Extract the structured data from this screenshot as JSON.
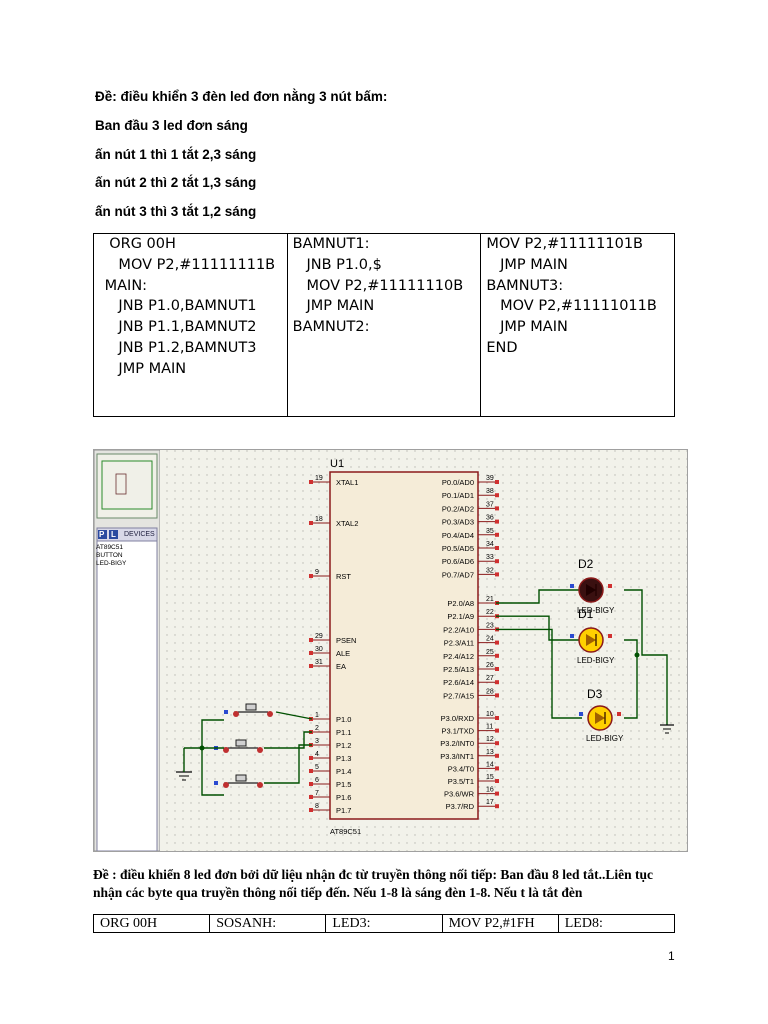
{
  "task1": {
    "title": "Đề: điều khiển 3 đèn led đơn nằng 3 nút bấm:",
    "lines": [
      "Ban đầu 3 led đơn sáng",
      "ấn nút 1 thì 1 tắt 2,3 sáng",
      "ấn nút 2 thì 2 tắt 1,3 sáng",
      "ấn nút 3 thì 3 tắt 1,2 sáng"
    ]
  },
  "code_table": {
    "col1": [
      "  ORG 00H",
      "    MOV P2,#11111111B",
      " MAIN:",
      "    JNB P1.0,BAMNUT1",
      "    JNB P1.1,BAMNUT2",
      "    JNB P1.2,BAMNUT3",
      "    JMP MAIN"
    ],
    "col2": [
      "BAMNUT1:",
      "   JNB P1.0,$",
      "   MOV P2,#11111110B",
      "   JMP MAIN",
      "BAMNUT2:"
    ],
    "col3": [
      "MOV P2,#11111101B",
      "   JMP MAIN",
      "BAMNUT3:",
      "   MOV P2,#11111011B",
      "   JMP MAIN",
      "END"
    ]
  },
  "simulator": {
    "tabs": [
      "P",
      "L"
    ],
    "devices_label": "DEVICES",
    "devices": [
      "AT89C51",
      "BUTTON",
      "LED-BIGY"
    ],
    "chip": {
      "ref": "U1",
      "part": "AT89C51",
      "left_pins": [
        {
          "num": "19",
          "name": "XTAL1"
        },
        {
          "num": "18",
          "name": "XTAL2"
        },
        {
          "num": "9",
          "name": "RST"
        },
        {
          "num": "29",
          "name": "PSEN"
        },
        {
          "num": "30",
          "name": "ALE"
        },
        {
          "num": "31",
          "name": "EA"
        },
        {
          "num": "1",
          "name": "P1.0"
        },
        {
          "num": "2",
          "name": "P1.1"
        },
        {
          "num": "3",
          "name": "P1.2"
        },
        {
          "num": "4",
          "name": "P1.3"
        },
        {
          "num": "5",
          "name": "P1.4"
        },
        {
          "num": "6",
          "name": "P1.5"
        },
        {
          "num": "7",
          "name": "P1.6"
        },
        {
          "num": "8",
          "name": "P1.7"
        }
      ],
      "right_pins": [
        {
          "num": "39",
          "name": "P0.0/AD0"
        },
        {
          "num": "38",
          "name": "P0.1/AD1"
        },
        {
          "num": "37",
          "name": "P0.2/AD2"
        },
        {
          "num": "36",
          "name": "P0.3/AD3"
        },
        {
          "num": "35",
          "name": "P0.4/AD4"
        },
        {
          "num": "34",
          "name": "P0.5/AD5"
        },
        {
          "num": "33",
          "name": "P0.6/AD6"
        },
        {
          "num": "32",
          "name": "P0.7/AD7"
        },
        {
          "num": "21",
          "name": "P2.0/A8"
        },
        {
          "num": "22",
          "name": "P2.1/A9"
        },
        {
          "num": "23",
          "name": "P2.2/A10"
        },
        {
          "num": "24",
          "name": "P2.3/A11"
        },
        {
          "num": "25",
          "name": "P2.4/A12"
        },
        {
          "num": "26",
          "name": "P2.5/A13"
        },
        {
          "num": "27",
          "name": "P2.6/A14"
        },
        {
          "num": "28",
          "name": "P2.7/A15"
        },
        {
          "num": "10",
          "name": "P3.0/RXD"
        },
        {
          "num": "11",
          "name": "P3.1/TXD"
        },
        {
          "num": "12",
          "name": "P3.2/INT0"
        },
        {
          "num": "13",
          "name": "P3.3/INT1"
        },
        {
          "num": "14",
          "name": "P3.4/T0"
        },
        {
          "num": "15",
          "name": "P3.5/T1"
        },
        {
          "num": "16",
          "name": "P3.6/WR"
        },
        {
          "num": "17",
          "name": "P3.7/RD"
        }
      ]
    },
    "leds": [
      {
        "ref": "D2",
        "part": "LED-BIGY",
        "state": "off"
      },
      {
        "ref": "D1",
        "part": "LED-BIGY",
        "state": "on"
      },
      {
        "ref": "D3",
        "part": "LED-BIGY",
        "state": "on"
      }
    ],
    "colors": {
      "background": "#f2f2ea",
      "chip_body": "#f5ecd8",
      "chip_border": "#8b1a1a",
      "wire": "#005000",
      "led_on": "#ffd000",
      "led_off": "#3a1010",
      "pin_red": "#d03030"
    }
  },
  "task2": {
    "text": "Đề : điều khiển 8 led đơn bởi dữ liệu nhận đc từ truyền thông nối tiếp: Ban đầu 8 led tắt..Liên tục nhận các byte qua truyền thông nối tiếp đến. Nếu 1-8 là sáng đèn 1-8. Nếu t là tắt đèn"
  },
  "code_table2": [
    "ORG 00H",
    "SOSANH:",
    "LED3:",
    "MOV P2,#1FH",
    "LED8:"
  ],
  "page_number": "1"
}
